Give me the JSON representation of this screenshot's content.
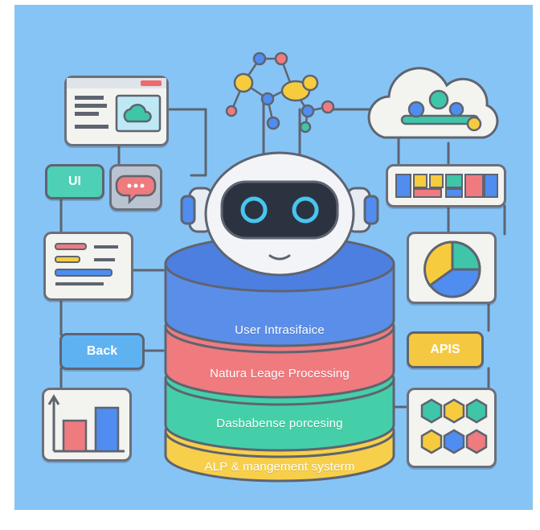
{
  "nodes": {
    "ui_label": "UI",
    "back_label": "Back",
    "apis_label": "APIS"
  },
  "stack_layers": [
    {
      "label": "User Intrasifaice",
      "color": "#5b8ee8"
    },
    {
      "label": "Natura Leage Processing",
      "color": "#ef7b7f"
    },
    {
      "label": "Dasbabense porcesing",
      "color": "#45cfa9"
    },
    {
      "label": "ALP & mangement systerm",
      "color": "#f7cf4b"
    }
  ],
  "colors": {
    "background": "#86c4f6",
    "outline": "#5e6470",
    "ui_fill": "#4dd0b5",
    "back_fill": "#5fb2f2",
    "apis_fill": "#f5c842",
    "accent_blue": "#4f8df0",
    "accent_yellow": "#f6cc3e",
    "accent_red": "#ef7b7f",
    "accent_teal": "#3fc6a8"
  },
  "icons": [
    "browser-window-icon",
    "cloud-icon",
    "molecule-network-icon",
    "cloud-network-icon",
    "chat-bubble-icon",
    "robot-head-icon",
    "dashboard-blocks-icon",
    "document-icon",
    "pie-chart-icon",
    "bar-chart-icon",
    "hexagon-grid-icon"
  ]
}
